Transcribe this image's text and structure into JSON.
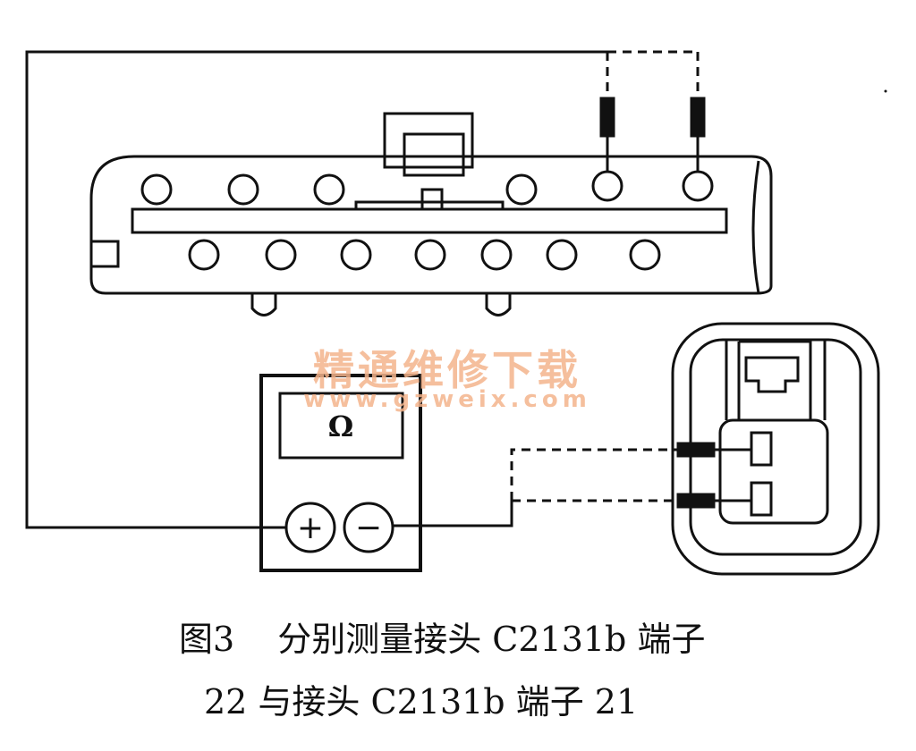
{
  "meter": {
    "symbol": "Ω",
    "positive_label": "+",
    "negative_label": "−"
  },
  "watermark": {
    "title": "精通维修下载",
    "url": "www.gzweix.com"
  },
  "caption": {
    "figure_label": "图3",
    "line1": "分别测量接头 C2131b 端子",
    "line2": "22 与接头 C2131b 端子 21"
  },
  "colors": {
    "line": "#111111",
    "watermark": "#f4b48c",
    "background": "#ffffff"
  }
}
